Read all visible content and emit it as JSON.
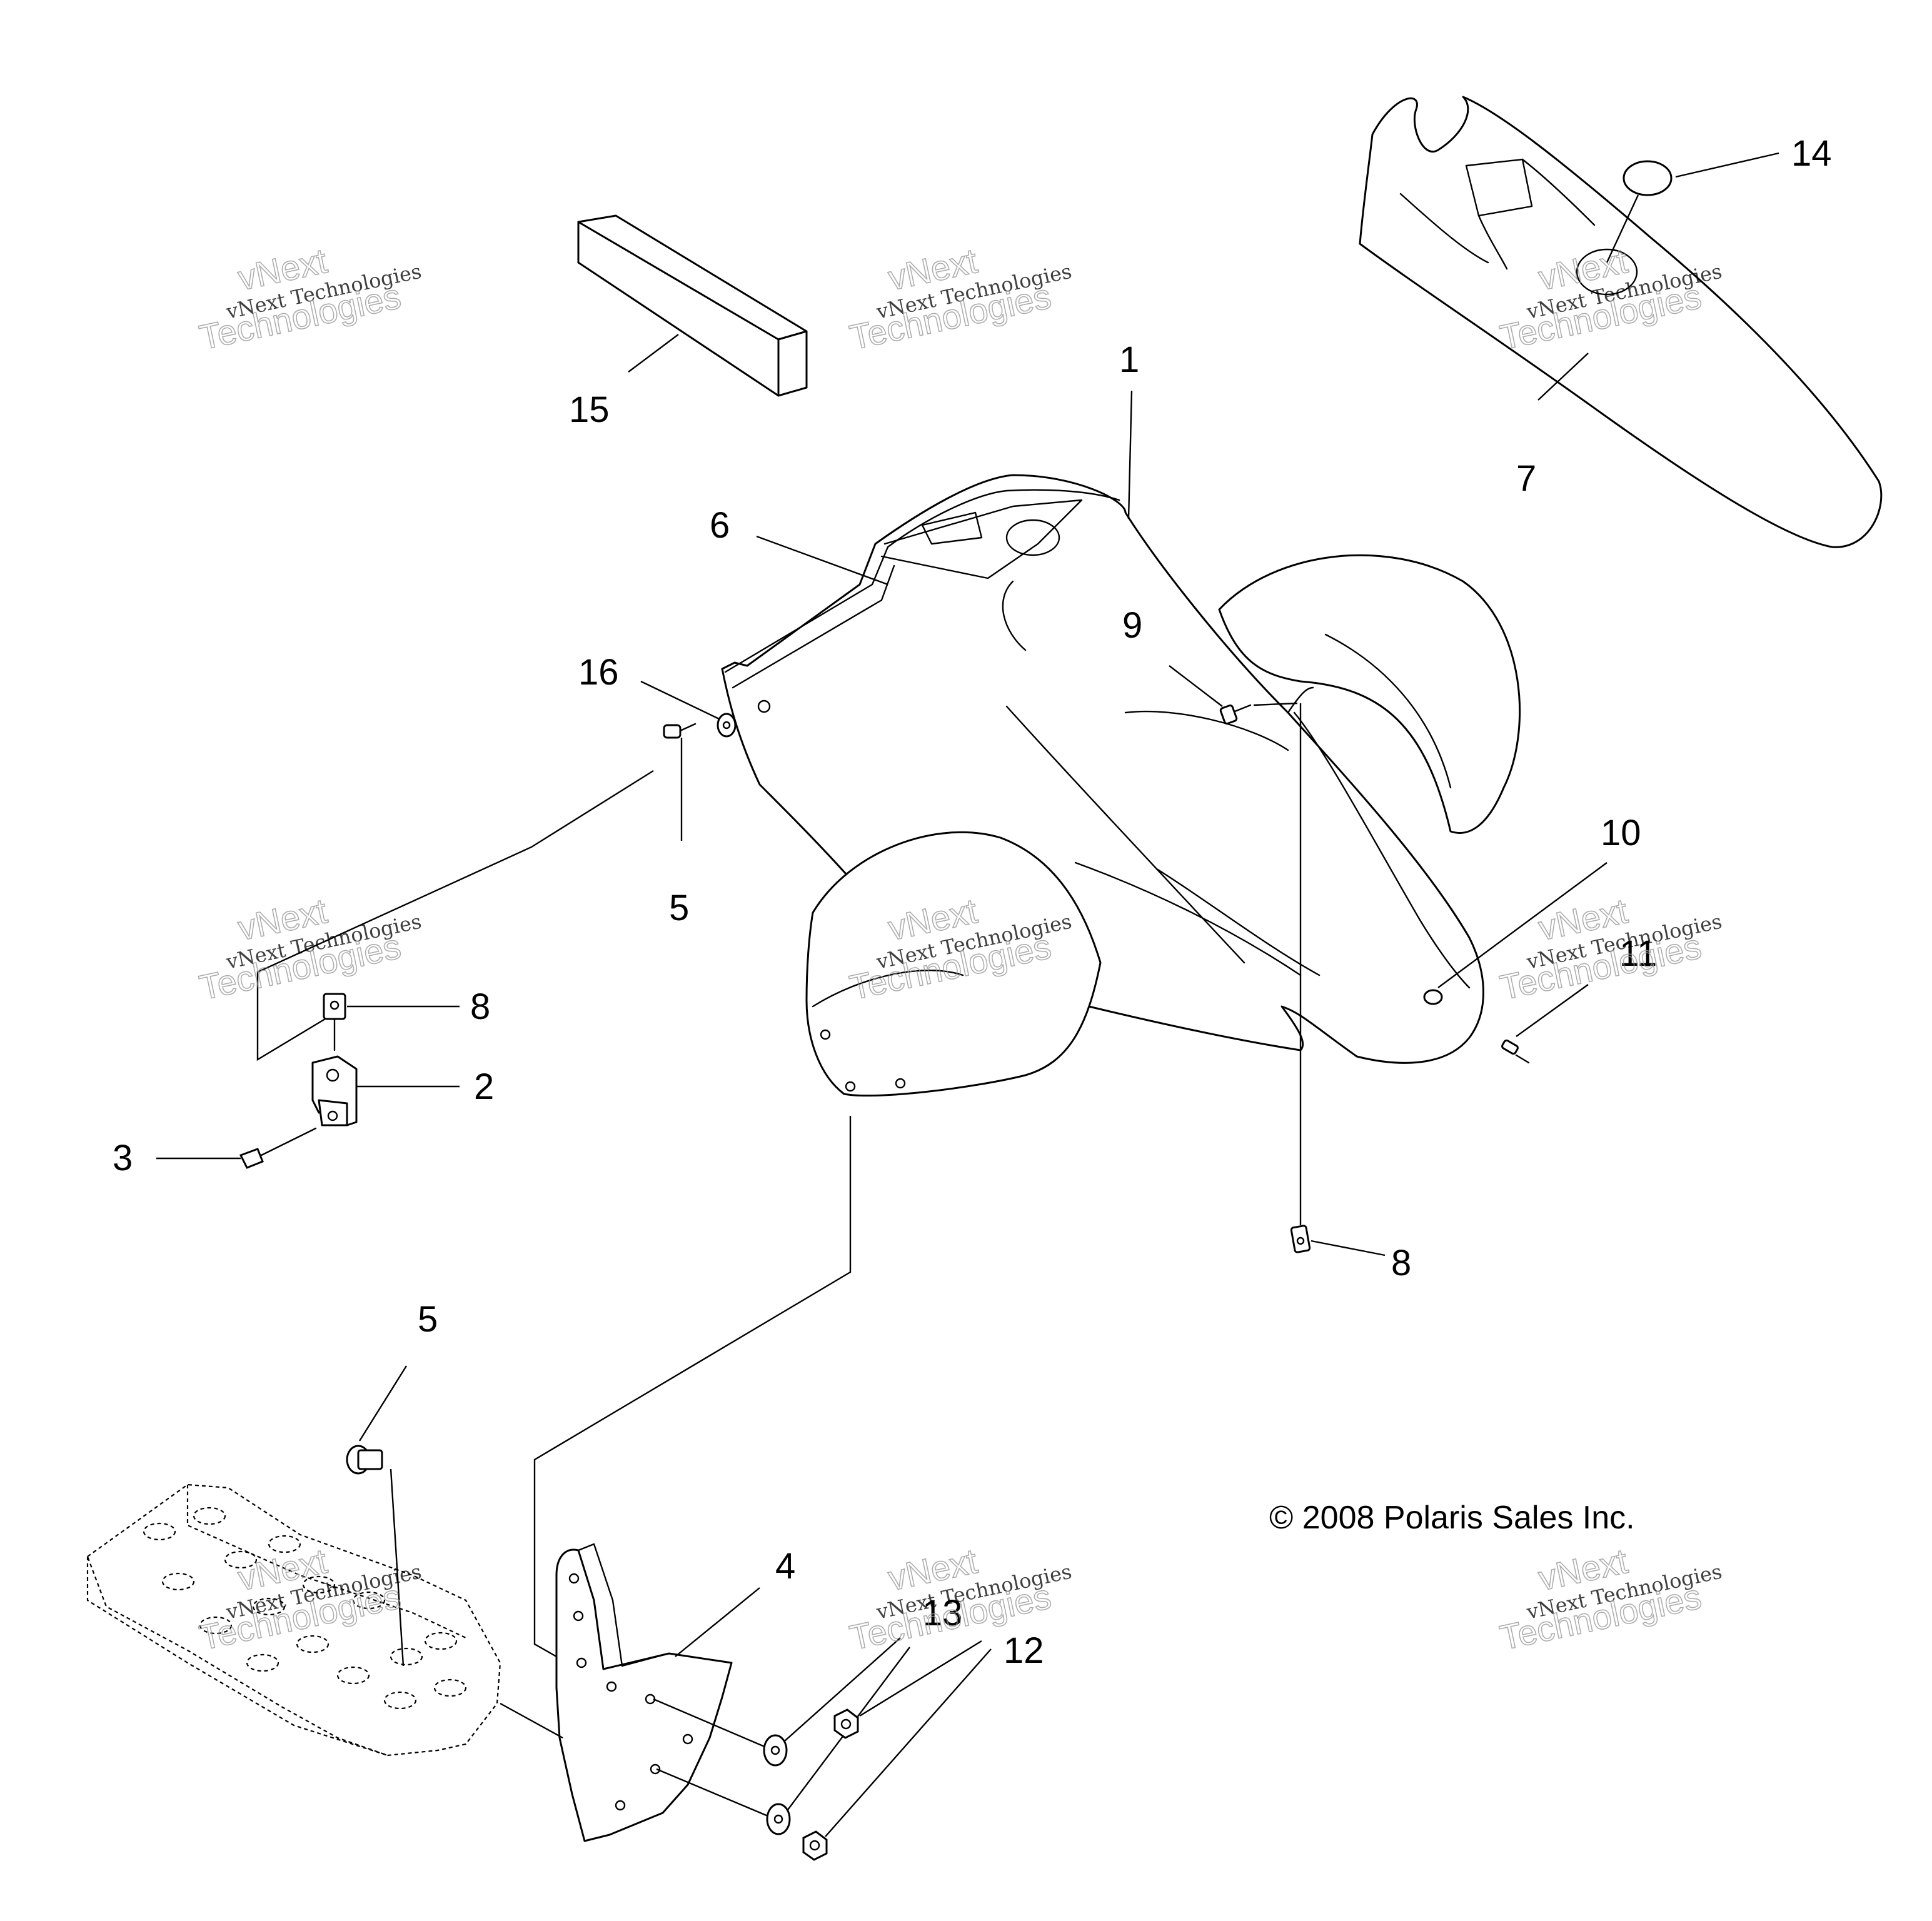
{
  "callouts": {
    "c1": "1",
    "c2": "2",
    "c3": "3",
    "c4": "4",
    "c5a": "5",
    "c5b": "5",
    "c6": "6",
    "c7": "7",
    "c8a": "8",
    "c8b": "8",
    "c9": "9",
    "c10": "10",
    "c11": "11",
    "c12": "12",
    "c13": "13",
    "c14": "14",
    "c15": "15",
    "c16": "16"
  },
  "copyright": "© 2008 Polaris Sales Inc.",
  "watermark": {
    "line1": "vNext Technologies",
    "line2": "vNext",
    "line3": "Technologies"
  }
}
